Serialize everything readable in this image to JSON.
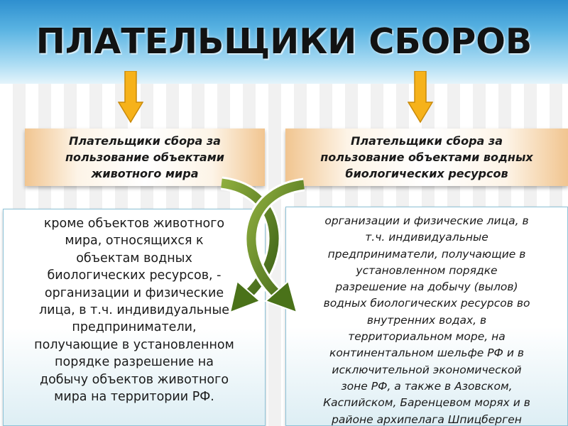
{
  "title": "ПЛАТЕЛЬЩИКИ СБОРОВ",
  "colors": {
    "sky": "#2e8fcf",
    "arrow_yellow": "#f6b21a",
    "header_orange": "#f1c590",
    "cross_arrow_green": "#4f7a1e",
    "box_border": "#8ec3d8"
  },
  "left": {
    "header": [
      "Плательщики сбора за",
      "пользование объектами",
      "животного мира"
    ],
    "body": [
      "кроме объектов животного",
      "мира, относящихся к",
      "объектам водных",
      "биологических ресурсов, -",
      "организации и физические",
      "лица, в т.ч. индивидуальные",
      "предприниматели,",
      "получающие в установленном",
      "порядке разрешение на",
      "добычу объектов животного",
      "мира на территории РФ."
    ]
  },
  "right": {
    "header": [
      "Плательщики сбора за",
      "пользование объектами водных",
      "биологических ресурсов"
    ],
    "body": [
      "организации и физические лица, в",
      "т.ч. индивидуальные",
      "предприниматели, получающие в",
      "установленном порядке",
      "разрешение на добычу (вылов)",
      "водных биологических ресурсов во",
      "внутренних водах, в",
      "территориальном море, на",
      "континентальном шельфе РФ и в",
      "исключительной экономической",
      "зоне РФ, а также в Азовском,",
      "Каспийском, Баренцевом морях и в",
      "районе архипелага Шпицберген"
    ]
  }
}
